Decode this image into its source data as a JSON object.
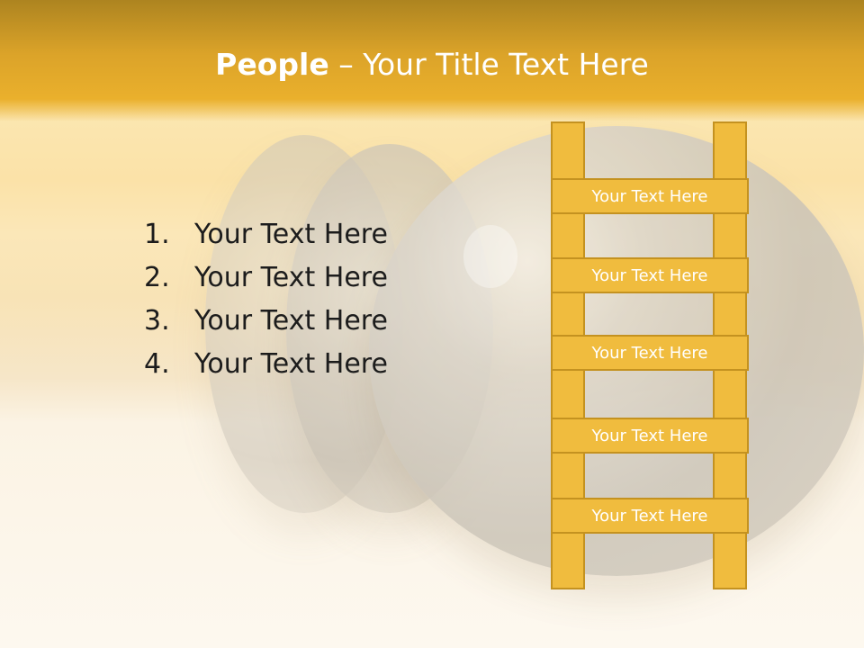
{
  "title": {
    "bold": "People",
    "rest": " – Your Title Text Here"
  },
  "list": [
    {
      "number": "1.",
      "text": "Your Text Here"
    },
    {
      "number": "2.",
      "text": "Your Text Here"
    },
    {
      "number": "3.",
      "text": "Your Text Here"
    },
    {
      "number": "4.",
      "text": "Your Text Here"
    }
  ],
  "ladder": {
    "rungs": [
      "Your Text Here",
      "Your Text Here",
      "Your Text Here",
      "Your Text Here",
      "Your Text Here"
    ]
  },
  "colors": {
    "header": "#e4a82a",
    "ladder_fill": "#f0bc3e",
    "ladder_border": "#c49220"
  }
}
